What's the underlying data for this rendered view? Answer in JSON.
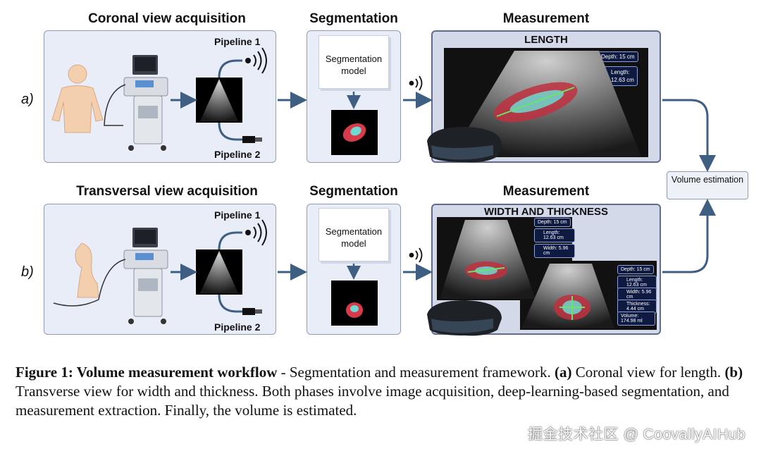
{
  "row_a": {
    "label": "a)",
    "acq_title": "Coronal view acquisition",
    "pipeline1": "Pipeline 1",
    "pipeline2": "Pipeline 2",
    "seg_title": "Segmentation",
    "seg_model": "Segmentation model",
    "meas_title": "Measurement",
    "meas_subtitle": "LENGTH",
    "tags": {
      "depth": "Depth: 15 cm",
      "length_label": "Length:",
      "length_value": "12.63 cm"
    }
  },
  "row_b": {
    "label": "b)",
    "acq_title": "Transversal view acquisition",
    "pipeline1": "Pipeline 1",
    "pipeline2": "Pipeline 2",
    "seg_title": "Segmentation",
    "seg_model": "Segmentation model",
    "meas_title": "Measurement",
    "meas_subtitle": "WIDTH AND THICKNESS",
    "tags_left": {
      "depth": "Depth: 15 cm",
      "length": "Length: 12.63 cm",
      "width": "Width: 5.96 cm"
    },
    "tags_right": {
      "depth": "Depth: 15 cm",
      "length": "Length: 12.63 cm",
      "width": "Width: 5.96 cm",
      "thickness": "Thickness: 4.44 cm",
      "volume": "Volume: 174.98 ml"
    }
  },
  "volume_box": "Volume estimation",
  "caption": {
    "bold_title": "Figure 1: Volume measurement workflow",
    "intro": " - Segmentation and measurement framework. ",
    "a_mark": "(a)",
    "a_text": " Coronal view for length. ",
    "b_mark": "(b)",
    "b_text": " Transverse view for width and thickness. Both phases involve image acquisition, deep-learning-based segmentation, and measurement extraction. Finally, the volume is estimated."
  },
  "watermark": "掘金技术社区 @ CoovallyAIHub",
  "colors": {
    "panel": "#e8edf8",
    "arrow": "#3f5f82",
    "mask_red": "#d93a4a",
    "mask_cyan": "#6fd8d0"
  }
}
